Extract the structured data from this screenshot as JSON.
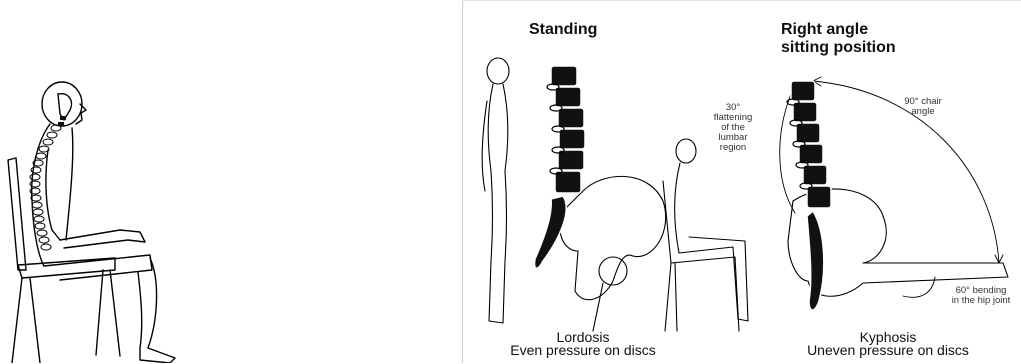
{
  "standing_heading": "Standing",
  "right_angle_heading": {
    "line1": "Right angle",
    "line2": "sitting position"
  },
  "annotations": {
    "flattening": [
      "30°",
      "flattening",
      "of the",
      "lumbar",
      "region"
    ],
    "chair_angle": [
      "90° chair",
      "angle"
    ],
    "hip_bending": [
      "60° bending",
      "in the hip joint"
    ]
  },
  "captions": {
    "lordosis": {
      "title": "Lordosis",
      "subtitle": "Even pressure on discs"
    },
    "kyphosis": {
      "title": "Kyphosis",
      "subtitle": "Uneven pressure on discs"
    }
  }
}
